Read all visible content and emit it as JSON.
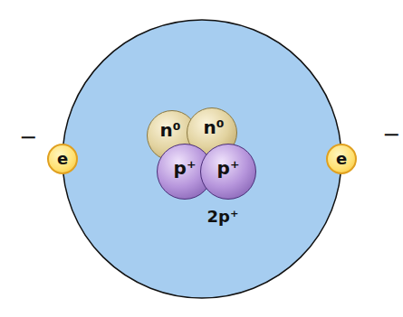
{
  "diagram": {
    "nodes": [
      {
        "text": [
          "e"
        ]
      },
      {
        "text": [
          "n⁰"
        ]
      },
      {
        "text": [
          "n⁰"
        ]
      },
      {
        "text": [
          "p⁺"
        ]
      },
      {
        "text": [
          "p⁺"
        ]
      },
      {
        "text": [
          "e"
        ]
      }
    ],
    "labels": [
      "−",
      "−",
      "2p⁺"
    ]
  }
}
